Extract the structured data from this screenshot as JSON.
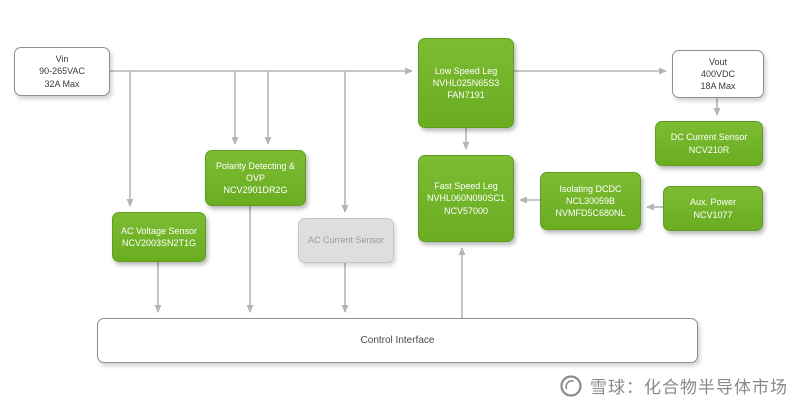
{
  "nodes": {
    "vin": {
      "lines": [
        "Vin",
        "90-265VAC",
        "32A Max"
      ]
    },
    "vout": {
      "lines": [
        "Vout",
        "400VDC",
        "18A Max"
      ]
    },
    "low_speed_leg": {
      "lines": [
        "Low Speed Leg",
        "NVHL025N65S3",
        "FAN7191"
      ]
    },
    "fast_speed_leg": {
      "lines": [
        "Fast Speed Leg",
        "NVHL060N090SC1",
        "NCV57000"
      ]
    },
    "polarity": {
      "lines": [
        "Polarity Detecting &",
        "OVP",
        "NCV2901DR2G"
      ]
    },
    "ac_voltage_sensor": {
      "lines": [
        "AC Voltage Sensor",
        "NCV2003SN2T1G"
      ]
    },
    "ac_current_sensor": {
      "lines": [
        "AC Current Sensor"
      ]
    },
    "isolating_dcdc": {
      "lines": [
        "Isolating DCDC",
        "NCL30059B",
        "NVMFD5C680NL"
      ]
    },
    "dc_current_sensor": {
      "lines": [
        "DC Current Sensor",
        "NCV210R"
      ]
    },
    "aux_power": {
      "lines": [
        "Aux. Power",
        "NCV1077"
      ]
    },
    "control_interface": {
      "lines": [
        "Control Interface"
      ]
    }
  },
  "colors": {
    "node_green": "#6aad21",
    "node_gray": "#dedede",
    "io_white": "#ffffff",
    "arrow_gray": "#b5b5b5",
    "watermark_gray": "#8a8a8a"
  },
  "watermark": {
    "text": "雪球：化合物半导体市场",
    "logo_icon": "xueqiu-logo-icon"
  }
}
